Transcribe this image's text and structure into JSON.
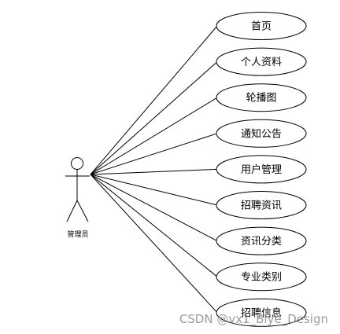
{
  "actor": {
    "label": "管理员"
  },
  "use_cases": [
    {
      "label": "首页"
    },
    {
      "label": "个人资料"
    },
    {
      "label": "轮播图"
    },
    {
      "label": "通知公告"
    },
    {
      "label": "用户管理"
    },
    {
      "label": "招聘资讯"
    },
    {
      "label": "资讯分类"
    },
    {
      "label": "专业类别"
    },
    {
      "label": "招聘信息"
    }
  ],
  "watermark": "CSDN @vx1_Biye_Design",
  "colors": {
    "stroke": "#000000",
    "background": "#ffffff",
    "watermark": "#8a8a8a"
  }
}
